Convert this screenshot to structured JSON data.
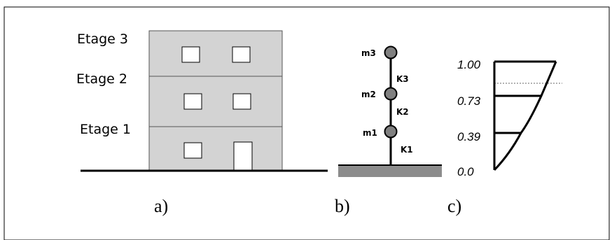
{
  "panel_a": {
    "floor_labels": [
      "Etage 3",
      "Etage 2",
      "Etage 1"
    ],
    "caption": "a)"
  },
  "panel_b": {
    "masses": [
      "m3",
      "m2",
      "m1"
    ],
    "stiffnesses": [
      "K3",
      "K2",
      "K1"
    ],
    "caption": "b)"
  },
  "panel_c": {
    "levels": [
      "1.00",
      "0.73",
      "0.39",
      "0.0"
    ],
    "caption": "c)"
  },
  "colors": {
    "building_fill": "#d3d3d3",
    "mass_fill": "#808080",
    "ground_block": "#8c8c8c",
    "line": "#000000"
  }
}
